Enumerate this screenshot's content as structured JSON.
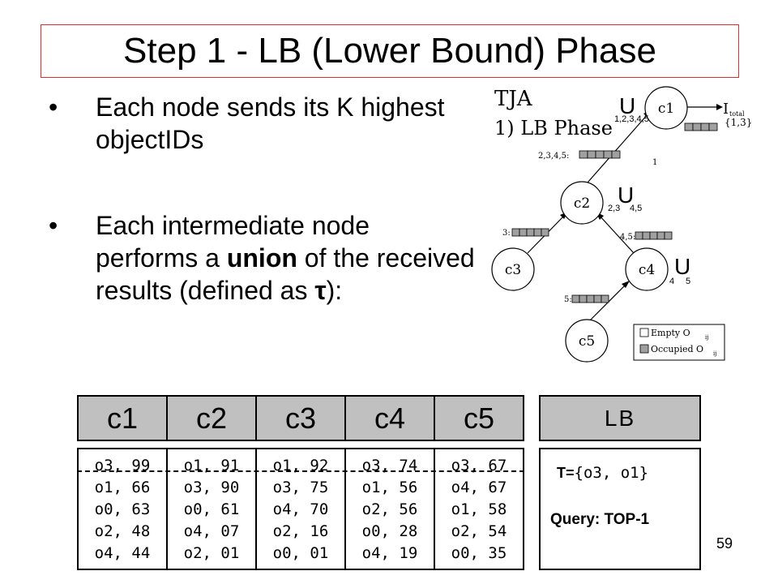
{
  "slide": {
    "title": "Step 1 - LB (Lower Bound) Phase",
    "number": "59"
  },
  "bullets": [
    {
      "marker": "•",
      "text": "Each node sends its K highest objectIDs"
    },
    {
      "marker": "•",
      "text": "Each intermediate node performs a union of the received results (defined as τ):"
    }
  ],
  "diagram": {
    "title_line1": "TJA",
    "title_line2": "1) LB Phase",
    "nodes": [
      "c1",
      "c2",
      "c3",
      "c4",
      "c5"
    ],
    "union_labels": {
      "u1_sub": "1,2,3,4,5",
      "u2_sub_a": "2,3",
      "u2_sub_b": "4,5",
      "u4_sub_a": "4",
      "u4_sub_b": "5"
    },
    "message_labels": {
      "to_c1": "2,3,4,5:",
      "from_c3": "3:",
      "from_c4": "4,5:",
      "from_c5": "5:"
    },
    "edge_label": "1",
    "output_label": "I",
    "output_sub": "total",
    "output_set": "{1,3}",
    "legend": {
      "empty": "Empty O",
      "occupied": "Occupied O",
      "subscript": "ij"
    }
  },
  "table": {
    "headers": [
      "c1",
      "c2",
      "c3",
      "c4",
      "c5"
    ],
    "columns": [
      [
        "o3, 99",
        "o1, 66",
        "o0, 63",
        "o2, 48",
        "o4, 44"
      ],
      [
        "o1, 91",
        "o3, 90",
        "o0, 61",
        "o4, 07",
        "o2, 01"
      ],
      [
        "o1, 92",
        "o3, 75",
        "o4, 70",
        "o2, 16",
        "o0, 01"
      ],
      [
        "o3, 74",
        "o1, 56",
        "o2, 56",
        "o0, 28",
        "o4, 19"
      ],
      [
        "o3, 67",
        "o4, 67",
        "o1, 58",
        "o2, 54",
        "o0, 35"
      ]
    ]
  },
  "lb_panel": {
    "header": "LB",
    "tau_label": "T=",
    "tau_value": "{o3, o1}",
    "query": "Query: TOP-1"
  }
}
